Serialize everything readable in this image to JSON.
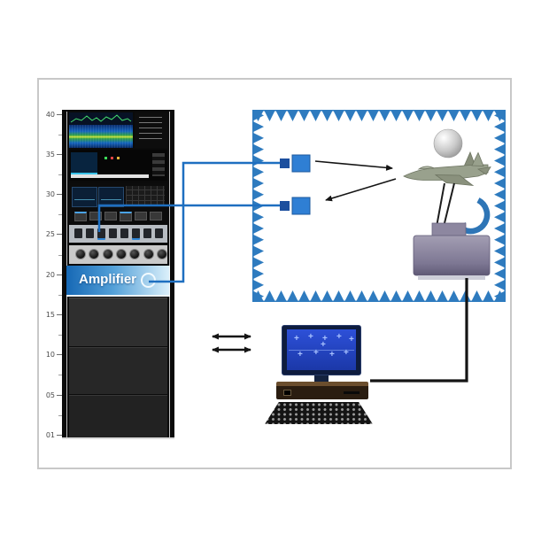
{
  "ruler": {
    "unit_labels": [
      "40",
      "35",
      "30",
      "25",
      "20",
      "15",
      "10",
      "05",
      "01"
    ]
  },
  "rack": {
    "amplifier_label": "Amplifier"
  },
  "workstation": {
    "screen_glyph": "+"
  },
  "palette": {
    "chamber_blue": "#2e7bbf",
    "feed_line_blue": "#1e6fc0",
    "rotation_arrow_blue": "#2e75b6",
    "amplifier_blue_start": "#1668b5",
    "amplifier_blue_end": "#ddf1fb",
    "antenna_blue_dark": "#1c4f9e",
    "antenna_blue_light": "#2f7fd4",
    "positioner_purple_light": "#a39eb3",
    "positioner_purple_dark": "#5f5975",
    "monitor_screen_blue": "#2d50d8",
    "aircraft_gray": "#99a18d",
    "arrow_black": "#141414"
  }
}
